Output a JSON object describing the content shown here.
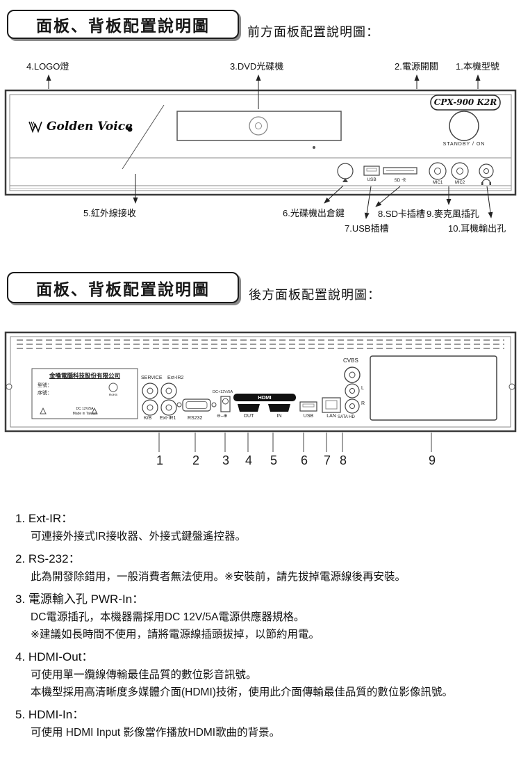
{
  "sections": {
    "front": {
      "box_title": "面板、背板配置說明圖",
      "subtitle": "前方面板配置說明圖："
    },
    "rear": {
      "box_title": "面板、背板配置說明圖",
      "subtitle": "後方面板配置說明圖："
    }
  },
  "front": {
    "callouts": {
      "logo": "4.LOGO燈",
      "dvd": "3.DVD光碟機",
      "power": "2.電源開關",
      "model": "1.本機型號",
      "ir": "5.紅外線接收",
      "eject": "6.光碟機出倉鍵",
      "usb": "7.USB插槽",
      "sd": "8.SD卡插槽",
      "mic": "9.麥克風插孔",
      "phones": "10.耳機輸出孔"
    },
    "panel": {
      "brand": "Golden Voice",
      "model_badge": "CPX-900 K2R",
      "standby": "STANDBY / ON",
      "usb": "USB",
      "sd": "SD 卡",
      "mic1": "MIC1",
      "mic2": "MIC2"
    }
  },
  "rear": {
    "panel": {
      "company": "金嗓電腦科技股份有限公司",
      "model_row": "型號：",
      "serial_row": "序號：",
      "rohs": "RoHS",
      "spec": "DC 12V/5A",
      "made": "Made in Taiwan",
      "service": "SERVICE",
      "ext_ir2": "Ext-IR2",
      "kb": "K/B",
      "ext_ir1": "Ext-IR1",
      "rs232": "RS232",
      "dc": "DC+12V/5A",
      "polarity": "⊖–⊕",
      "hdmi": "HDMI",
      "out": "OUT",
      "in": "IN",
      "usb": "USB",
      "lan": "LAN",
      "cvbs": "CVBS",
      "l": "L",
      "r": "R",
      "sata": "SATA HD"
    },
    "numbers": [
      "1",
      "2",
      "3",
      "4",
      "5",
      "6",
      "7",
      "8",
      "9"
    ]
  },
  "notes": [
    {
      "num": "1.",
      "title": "Ext-IR：",
      "lines": [
        "可連接外接式IR接收器、外接式鍵盤遙控器。"
      ]
    },
    {
      "num": "2.",
      "title": "RS-232：",
      "lines": [
        "此為開發除錯用，一般消費者無法使用。※安裝前，請先拔掉電源線後再安裝。"
      ]
    },
    {
      "num": "3.",
      "title": "電源輸入孔 PWR-In：",
      "lines": [
        "DC電源插孔，本機器需採用DC 12V/5A電源供應器規格。",
        "※建議如長時間不使用，請將電源線插頭拔掉，以節約用電。"
      ]
    },
    {
      "num": "4.",
      "title": "HDMI-Out：",
      "lines": [
        "可使用單一纜線傳輸最佳品質的數位影音訊號。",
        "本機型採用高清晰度多媒體介面(HDMI)技術，使用此介面傳輸最佳品質的數位影像訊號。"
      ]
    },
    {
      "num": "5.",
      "title": "HDMI-In：",
      "lines": [
        "可使用 HDMI Input 影像當作播放HDMI歌曲的背景。"
      ]
    }
  ]
}
